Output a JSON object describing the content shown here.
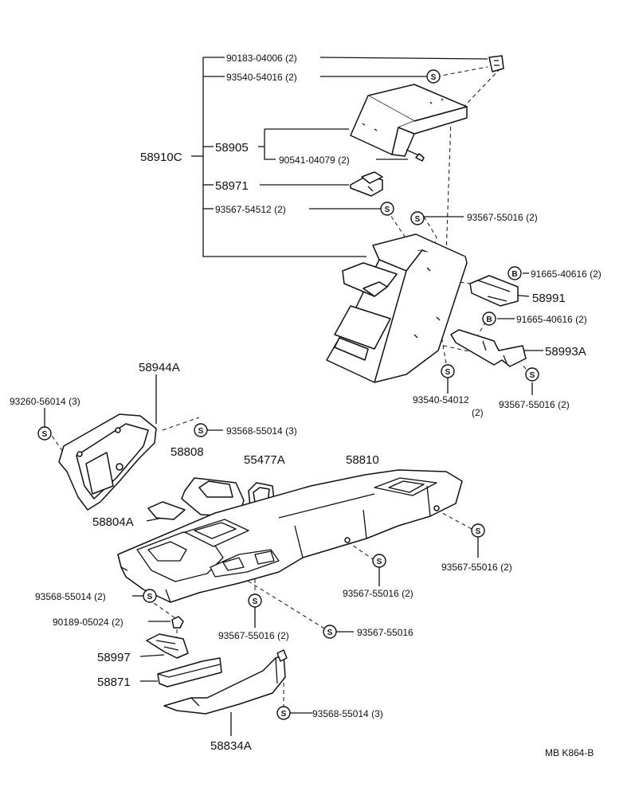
{
  "labels": {
    "p58910c": "58910C",
    "p90183": "90183-04006 (2)",
    "p93540a": "93540-54016 (2)",
    "p58905": "58905",
    "p90541": "90541-04079 (2)",
    "p58971": "58971",
    "p93567a": "93567-54512 (2)",
    "p93567b": "93567-55016 (2)",
    "p91665a": "91665-40616 (2)",
    "p58991": "58991",
    "p91665b": "91665-40616 (2)",
    "p58993a": "58993A",
    "p93540b": "93540-54012",
    "p93540b_qty": "(2)",
    "p93567c": "93567-55016 (2)",
    "p58944a": "58944A",
    "p93260": "93260-56014 (3)",
    "p93568a": "93568-55014 (3)",
    "p58808": "58808",
    "p55477a": "55477A",
    "p58810": "58810",
    "p58804a": "58804A",
    "p93567d": "93567-55016 (2)",
    "p93567e": "93567-55016 (2)",
    "p93568b": "93568-55014 (2)",
    "p90189": "90189-05024 (2)",
    "p93567f": "93567-55016 (2)",
    "p93567g": "93567-55016",
    "p58997": "58997",
    "p58871": "58871",
    "p93568c": "93568-55014 (3)",
    "p58834a": "58834A",
    "ref": "MB  K864-B"
  },
  "symbols": {
    "screw": "S",
    "bolt": "B"
  }
}
